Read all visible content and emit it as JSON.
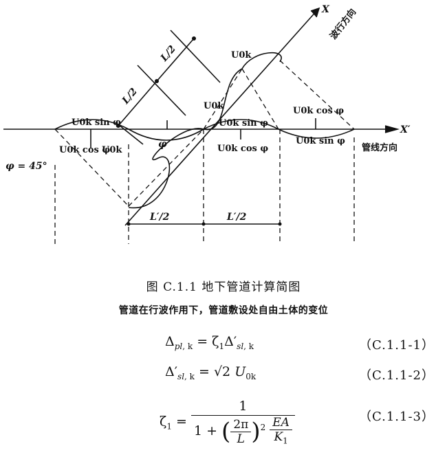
{
  "figure": {
    "axis_x_label": "X",
    "axis_x_prime_label": "X′",
    "wave_direction_label": "波行方向",
    "pipe_direction_label": "管线方向",
    "phi_value_label": "φ = 45°",
    "half_length_label_1": "L/2",
    "half_length_label_2": "L/2",
    "half_length_prime_1": "L′/2",
    "half_length_prime_2": "L′/2",
    "phi_label": "φ",
    "u0k_labels": [
      "U0k",
      "U0k",
      "U0k"
    ],
    "u0k_sin_labels": [
      "U0k sin φ",
      "U0k sin φ",
      "U0k sin φ"
    ],
    "u0k_cos_labels": [
      "U0k cos φ",
      "U0k cos φ",
      "U0k cos φ"
    ]
  },
  "caption": {
    "title": "图 C.1.1   地下管道计算简图",
    "subtitle": "管道在行波作用下，管道敷设处自由土体的变位"
  },
  "equations": [
    {
      "id": "C.1.1-1",
      "number": "（C.1.1-1）"
    },
    {
      "id": "C.1.1-2",
      "number": "（C.1.1-2）"
    },
    {
      "id": "C.1.1-3",
      "number": "（C.1.1-3）"
    }
  ]
}
